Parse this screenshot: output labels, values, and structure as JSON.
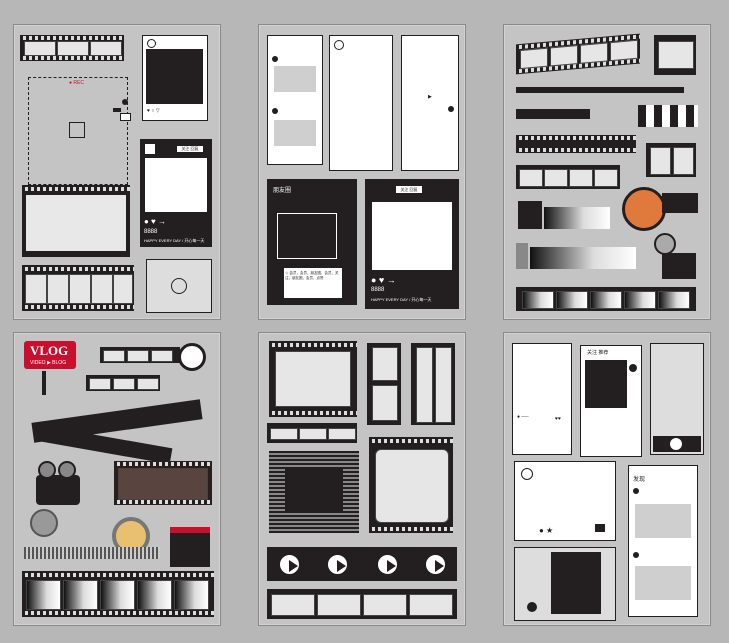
{
  "colors": {
    "background": "#b7b7b7",
    "sheet": "#c4c4c4",
    "ink": "#231f20",
    "accent_red": "#c8102e",
    "reel_orange": "#e07a3c"
  },
  "panel_a": {
    "post_caption": "HAPPY EVERY DAY / 开心每一天",
    "likes": "8888",
    "follow_btn": "关注 回复"
  },
  "panel_b": {
    "back_label": "朋友圈",
    "caption_text": "☆ 会员，会员，朋友圈，会员，关注，朋友圈，会员，点赞",
    "post_caption": "HAPPY EVERY DAY / 开心每一天",
    "likes": "8888",
    "follow_btn": "关注 回复"
  },
  "panel_d": {
    "vlog_title": "VLOG",
    "vlog_subtitle": "VIDEO ▶ BLOG"
  },
  "panel_f": {
    "header_tab": "发现",
    "nav_tabs": "关注  推荐"
  }
}
